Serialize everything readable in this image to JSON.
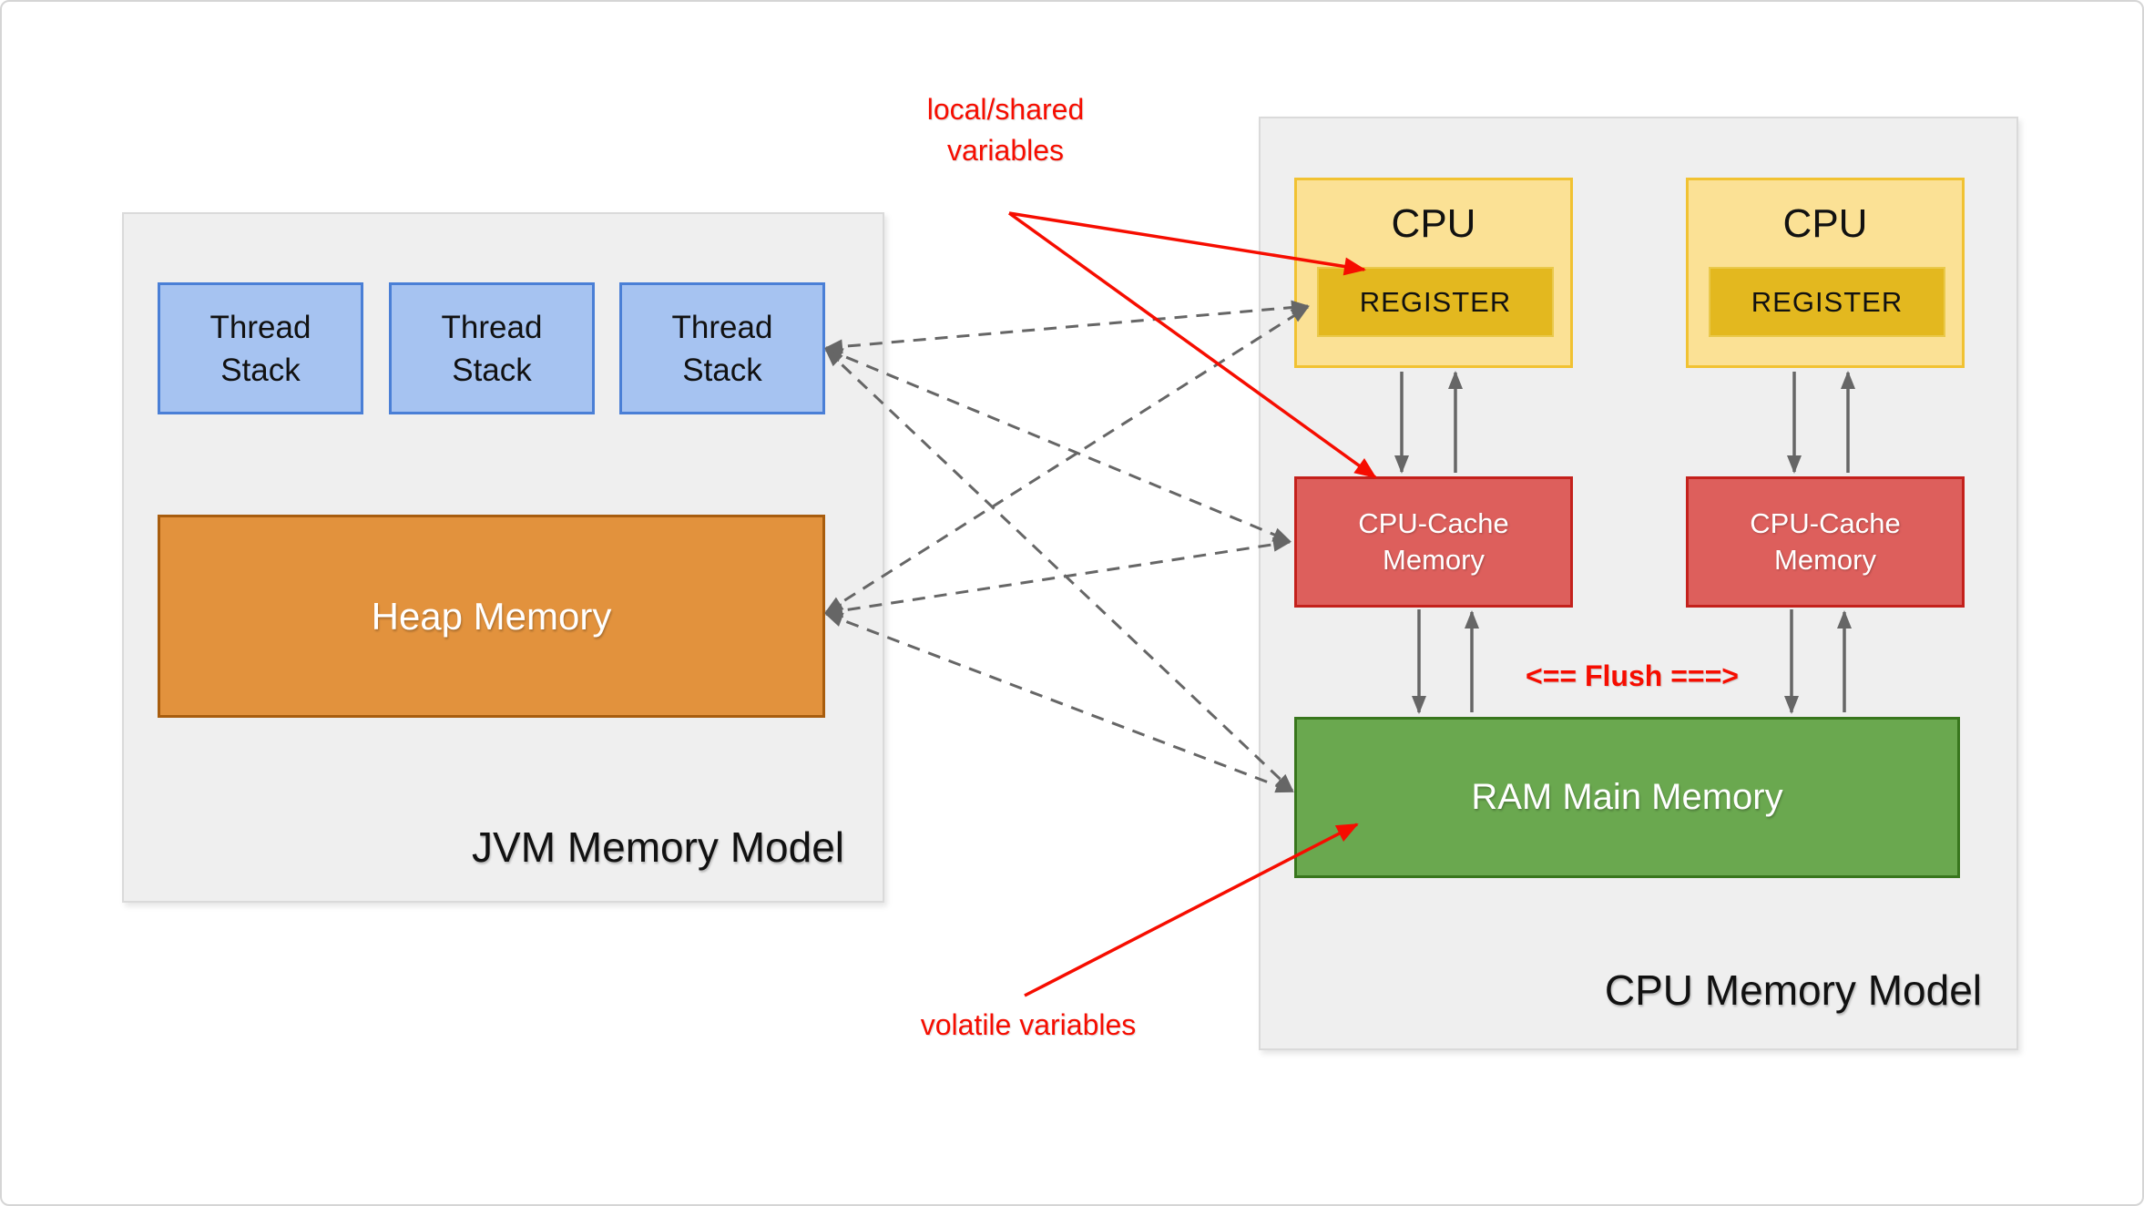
{
  "colors": {
    "panel-bg": "#efefef",
    "panel-border": "#dadada",
    "canvas-border": "#d5d5d5",
    "thread-fill": "#a6c3f1",
    "thread-border": "#4a7fd6",
    "heap-fill": "#e2923d",
    "heap-border": "#a85d0e",
    "cpu-fill": "#fbe195",
    "cpu-border": "#f1c232",
    "register-fill": "#e3b81f",
    "register-border": "#eac94b",
    "cache-fill": "#dd5f5c",
    "cache-border": "#c4211c",
    "ram-fill": "#6aa84f",
    "ram-border": "#38761d",
    "arrow-gray": "#666666",
    "annotation-red": "#f60d00",
    "text-dark": "#111111",
    "text-light": "#ffffff"
  },
  "jvm": {
    "label": "JVM Memory Model",
    "thread_stacks": [
      "Thread\nStack",
      "Thread\nStack",
      "Thread\nStack"
    ],
    "heap": "Heap Memory"
  },
  "cpu": {
    "label": "CPU Memory Model",
    "cpus": [
      {
        "title": "CPU",
        "register": "REGISTER"
      },
      {
        "title": "CPU",
        "register": "REGISTER"
      }
    ],
    "caches": [
      "CPU-Cache\nMemory",
      "CPU-Cache\nMemory"
    ],
    "ram": "RAM Main Memory",
    "flush": "<== Flush ===>"
  },
  "annotations": {
    "local_shared": "local/shared\nvariables",
    "volatile": "volatile variables"
  }
}
